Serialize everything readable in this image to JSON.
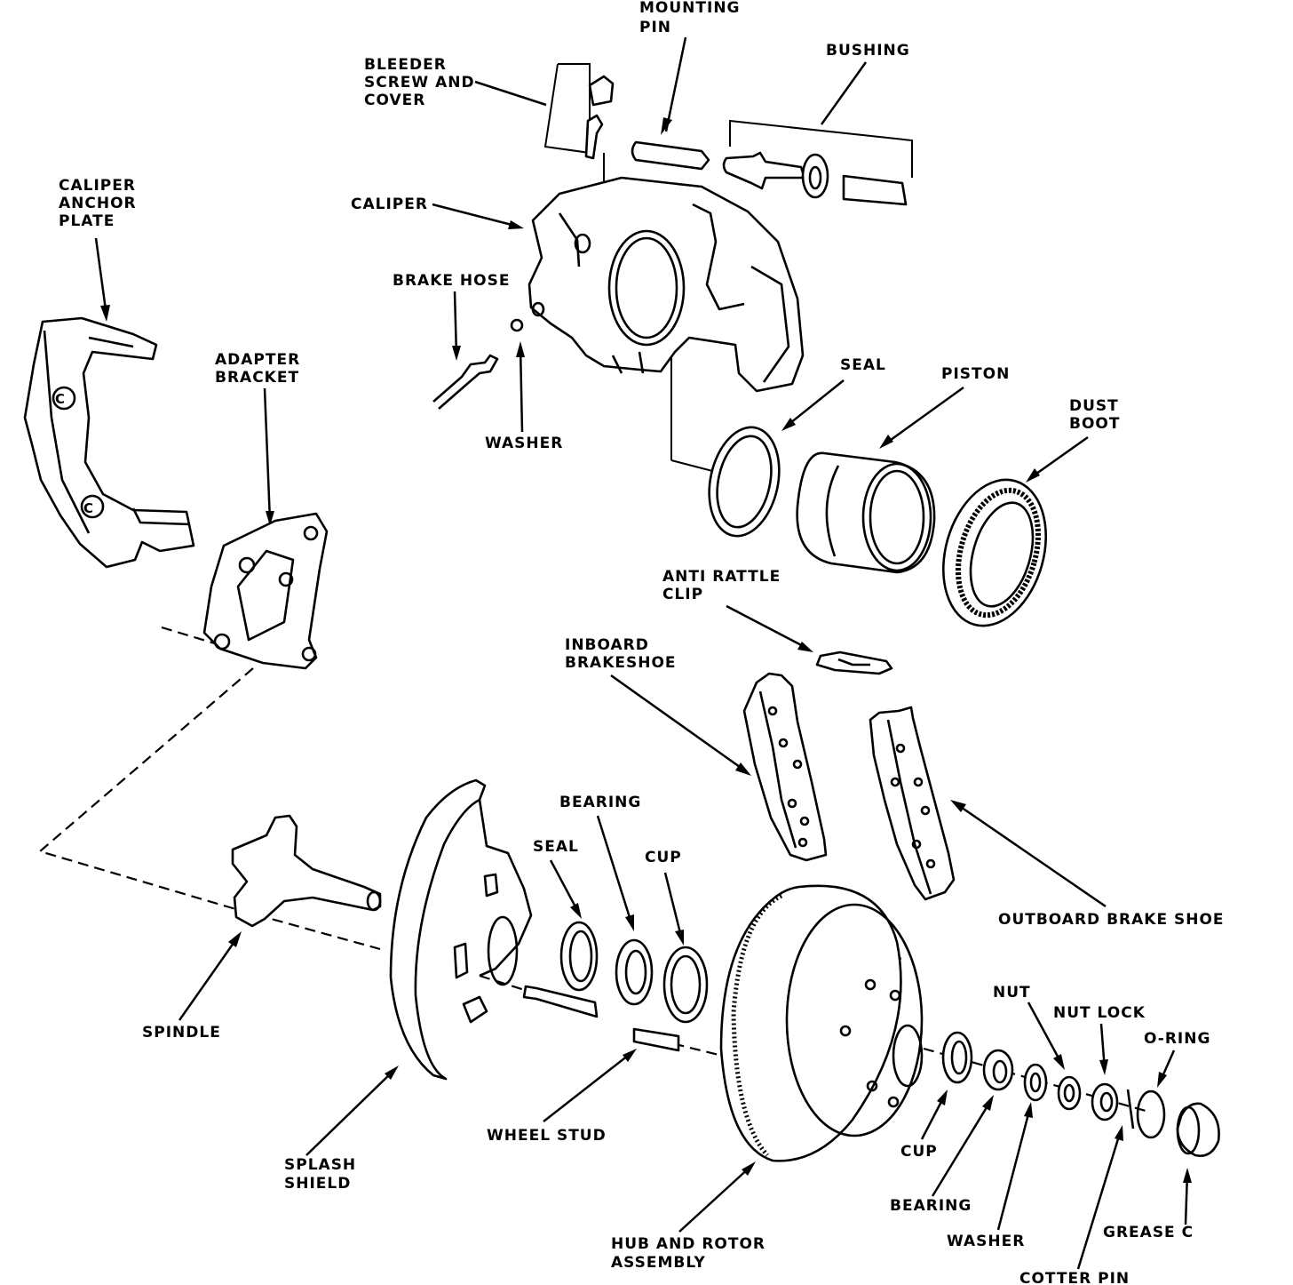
{
  "labels": {
    "mounting_pin_1": "MOUNTING",
    "mounting_pin_2": "PIN",
    "bushing": "BUSHING",
    "bleeder_1": "BLEEDER",
    "bleeder_2": "SCREW AND",
    "bleeder_3": "COVER",
    "caliper_anchor_1": "CALIPER",
    "caliper_anchor_2": "ANCHOR",
    "caliper_anchor_3": "PLATE",
    "caliper": "CALIPER",
    "brake_hose": "BRAKE HOSE",
    "adapter_1": "ADAPTER",
    "adapter_2": "BRACKET",
    "washer_top": "WASHER",
    "seal_top": "SEAL",
    "piston": "PISTON",
    "dust_1": "DUST",
    "dust_2": "BOOT",
    "anti_rattle_1": "ANTI RATTLE",
    "anti_rattle_2": "CLIP",
    "inboard_1": "INBOARD",
    "inboard_2": "BRAKESHOE",
    "bearing_top": "BEARING",
    "seal_bottom": "SEAL",
    "cup_top": "CUP",
    "outboard": "OUTBOARD BRAKE SHOE",
    "nut": "NUT",
    "nut_lock": "NUT LOCK",
    "o_ring": "O-RING",
    "spindle": "SPINDLE",
    "splash_1": "SPLASH",
    "splash_2": "SHIELD",
    "wheel_stud": "WHEEL STUD",
    "cup_bottom": "CUP",
    "bearing_bottom": "BEARING",
    "washer_bottom": "WASHER",
    "grease": "GREASE C",
    "hub_1": "HUB AND ROTOR",
    "hub_2": "ASSEMBLY",
    "cotter": "COTTER PIN"
  }
}
